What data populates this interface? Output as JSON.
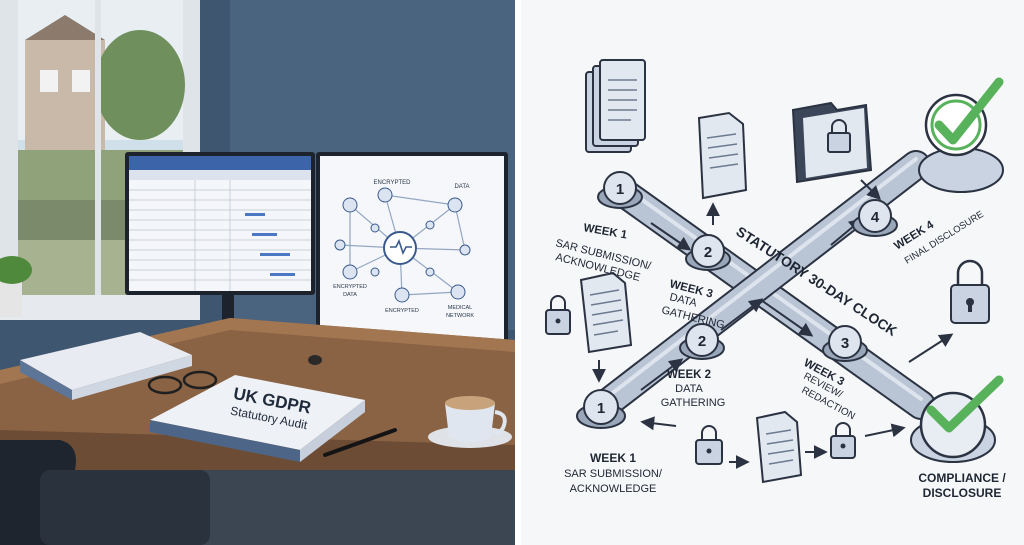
{
  "photo": {
    "binder_title_line1": "UK GDPR",
    "binder_title_line2": "Statutory Audit",
    "monitor_right": {
      "node_top": "ENCRYPTED",
      "node_top_right": "DATA",
      "node_bottom_left_1": "ENCRYPTED",
      "node_bottom_left_2": "DATA",
      "node_bottom_center": "ENCRYPTED",
      "node_bottom_right_1": "MEDICAL",
      "node_bottom_right_2": "NETWORK"
    }
  },
  "diagram": {
    "clock_label": "STATUTORY 30-DAY CLOCK",
    "upper_track": {
      "step1_number": "1",
      "step1_week": "WEEK 1",
      "step1_desc_1": "SAR SUBMISSION/",
      "step1_desc_2": "ACKNOWLEDGE",
      "step2_number": "2",
      "step2_week": "WEEK 3",
      "step2_desc_1": "DATA",
      "step2_desc_2": "GATHERING",
      "step4_number": "4",
      "step4_week": "WEEK 4",
      "step4_desc": "FINAL DISCLOSURE"
    },
    "lower_track": {
      "step1_number": "1",
      "step1_week": "WEEK 1",
      "step1_desc_1": "SAR SUBMISSION/",
      "step1_desc_2": "ACKNOWLEDGE",
      "step2_number": "2",
      "step2_week": "WEEK 2",
      "step2_desc_1": "DATA",
      "step2_desc_2": "GATHERING",
      "step3_number": "3",
      "step3_week": "WEEK 3",
      "step3_desc_1": "REVIEW/",
      "step3_desc_2": "REDACTION"
    },
    "end_label_1": "COMPLIANCE /",
    "end_label_2": "DISCLOSURE",
    "colors": {
      "track": "#b9c4d4",
      "node_fill": "#dfe5ee",
      "node_stroke": "#2b3342",
      "check_green": "#58b25c",
      "icon_fill": "#c9d3e2",
      "icon_stroke": "#2b3342"
    }
  }
}
